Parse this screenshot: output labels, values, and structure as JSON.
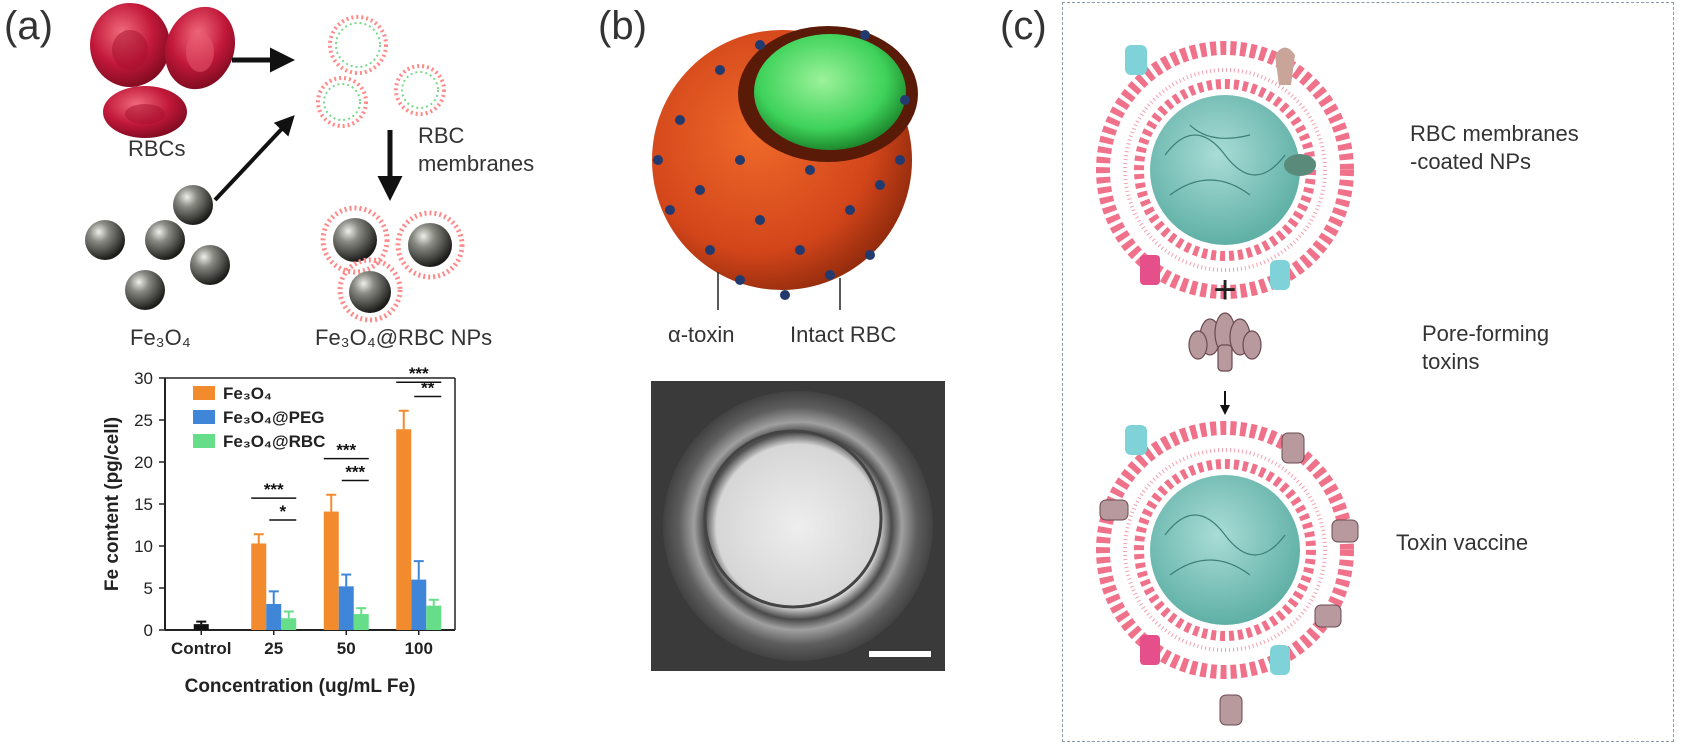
{
  "panel_a": {
    "label": "(a)",
    "schematic": {
      "rbcs_label": "RBCs",
      "fe3o4_label": "Fe₃O₄",
      "rbc_membranes_label": "RBC membranes",
      "product_label": "Fe₃O₄@RBC NPs"
    },
    "chart_data": {
      "type": "bar",
      "xlabel": "Concentration (ug/mL Fe)",
      "ylabel": "Fe content (pg/cell)",
      "ylim": [
        0,
        30
      ],
      "yticks": [
        "0",
        "5",
        "10",
        "15",
        "20",
        "25",
        "30"
      ],
      "categories": [
        "Control",
        "25",
        "50",
        "100"
      ],
      "series": [
        {
          "name": "Fe₃O₄",
          "color": "#f28a2e",
          "values": [
            null,
            10.3,
            14.1,
            23.9
          ],
          "errors": [
            null,
            1.1,
            2.0,
            2.2
          ]
        },
        {
          "name": "Fe₃O₄@PEG",
          "color": "#3f86d8",
          "values": [
            null,
            3.1,
            5.2,
            6.0
          ],
          "errors": [
            null,
            1.5,
            1.4,
            2.2
          ]
        },
        {
          "name": "Fe₃O₄@RBC",
          "color": "#66dd88",
          "values": [
            null,
            1.4,
            1.9,
            2.9
          ],
          "errors": [
            null,
            0.8,
            0.7,
            0.7
          ]
        }
      ],
      "control": {
        "value": 0.7,
        "error": 0.3,
        "color": "#111111"
      },
      "significance": [
        {
          "category": "25",
          "from": 0,
          "to": 2,
          "text": "***"
        },
        {
          "category": "25",
          "from": 1,
          "to": 2,
          "text": "*"
        },
        {
          "category": "50",
          "from": 0,
          "to": 2,
          "text": "***"
        },
        {
          "category": "50",
          "from": 1,
          "to": 2,
          "text": "***"
        },
        {
          "category": "100",
          "from": 0,
          "to": 2,
          "text": "***"
        },
        {
          "category": "100",
          "from": 1,
          "to": 2,
          "text": "**"
        }
      ],
      "legend_position": "top-left"
    }
  },
  "panel_b": {
    "label": "(b)",
    "toxin_label": "α-toxin",
    "intact_label": "Intact RBC"
  },
  "panel_c": {
    "label": "(c)",
    "coated_label": "RBC membranes -coated NPs",
    "plus": "+",
    "toxins_label": "Pore-forming toxins",
    "vaccine_label": "Toxin vaccine"
  }
}
